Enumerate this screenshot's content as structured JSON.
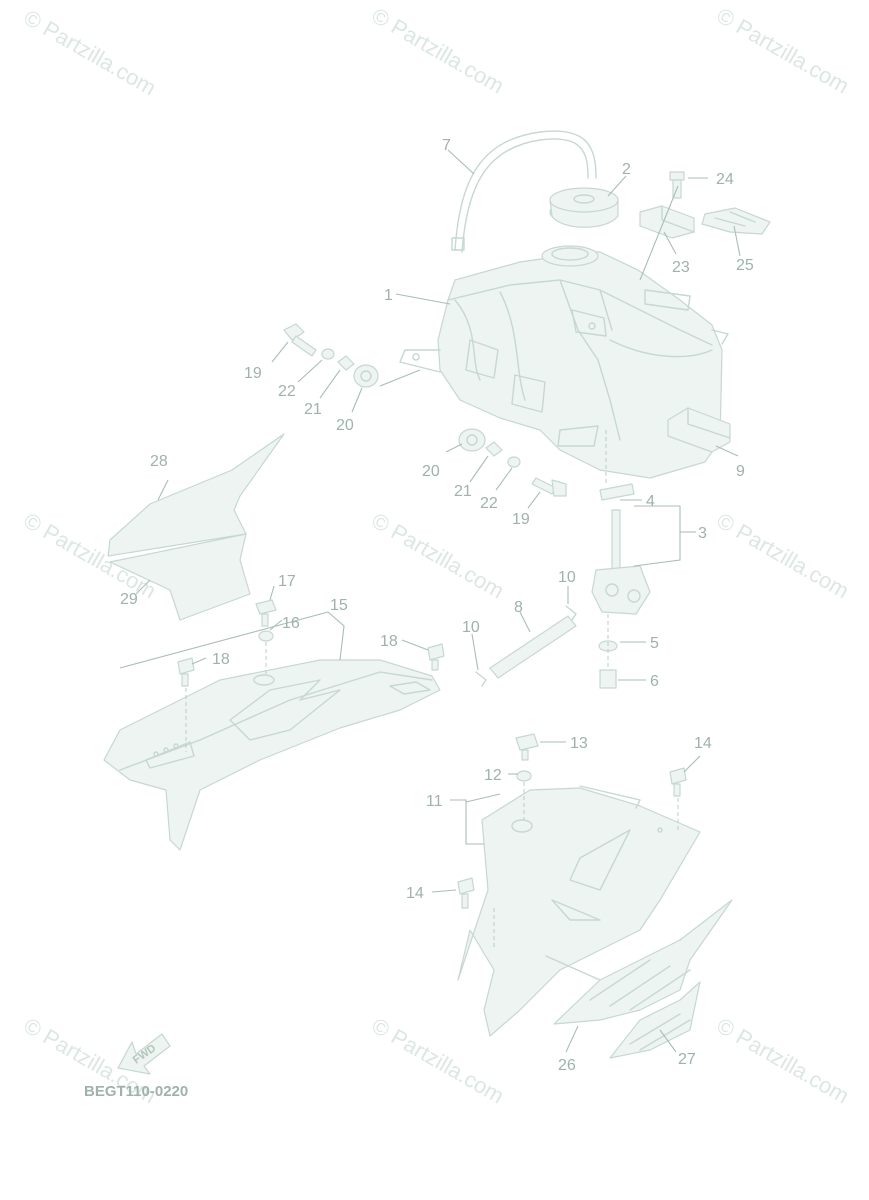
{
  "watermark_text": "© Partzilla.com",
  "diagram_code": "BEGT110-0220",
  "fwd_label": "FWD",
  "callouts": [
    "1",
    "2",
    "3",
    "4",
    "5",
    "6",
    "7",
    "8",
    "9",
    "10",
    "10",
    "11",
    "12",
    "13",
    "14",
    "14",
    "15",
    "16",
    "17",
    "18",
    "18",
    "19",
    "19",
    "20",
    "20",
    "21",
    "21",
    "22",
    "22",
    "23",
    "24",
    "25",
    "26",
    "27",
    "28",
    "29"
  ],
  "colors": {
    "line": "#c6d8d0",
    "label": "#9fb3aa",
    "watermark": "#dce7e2"
  }
}
